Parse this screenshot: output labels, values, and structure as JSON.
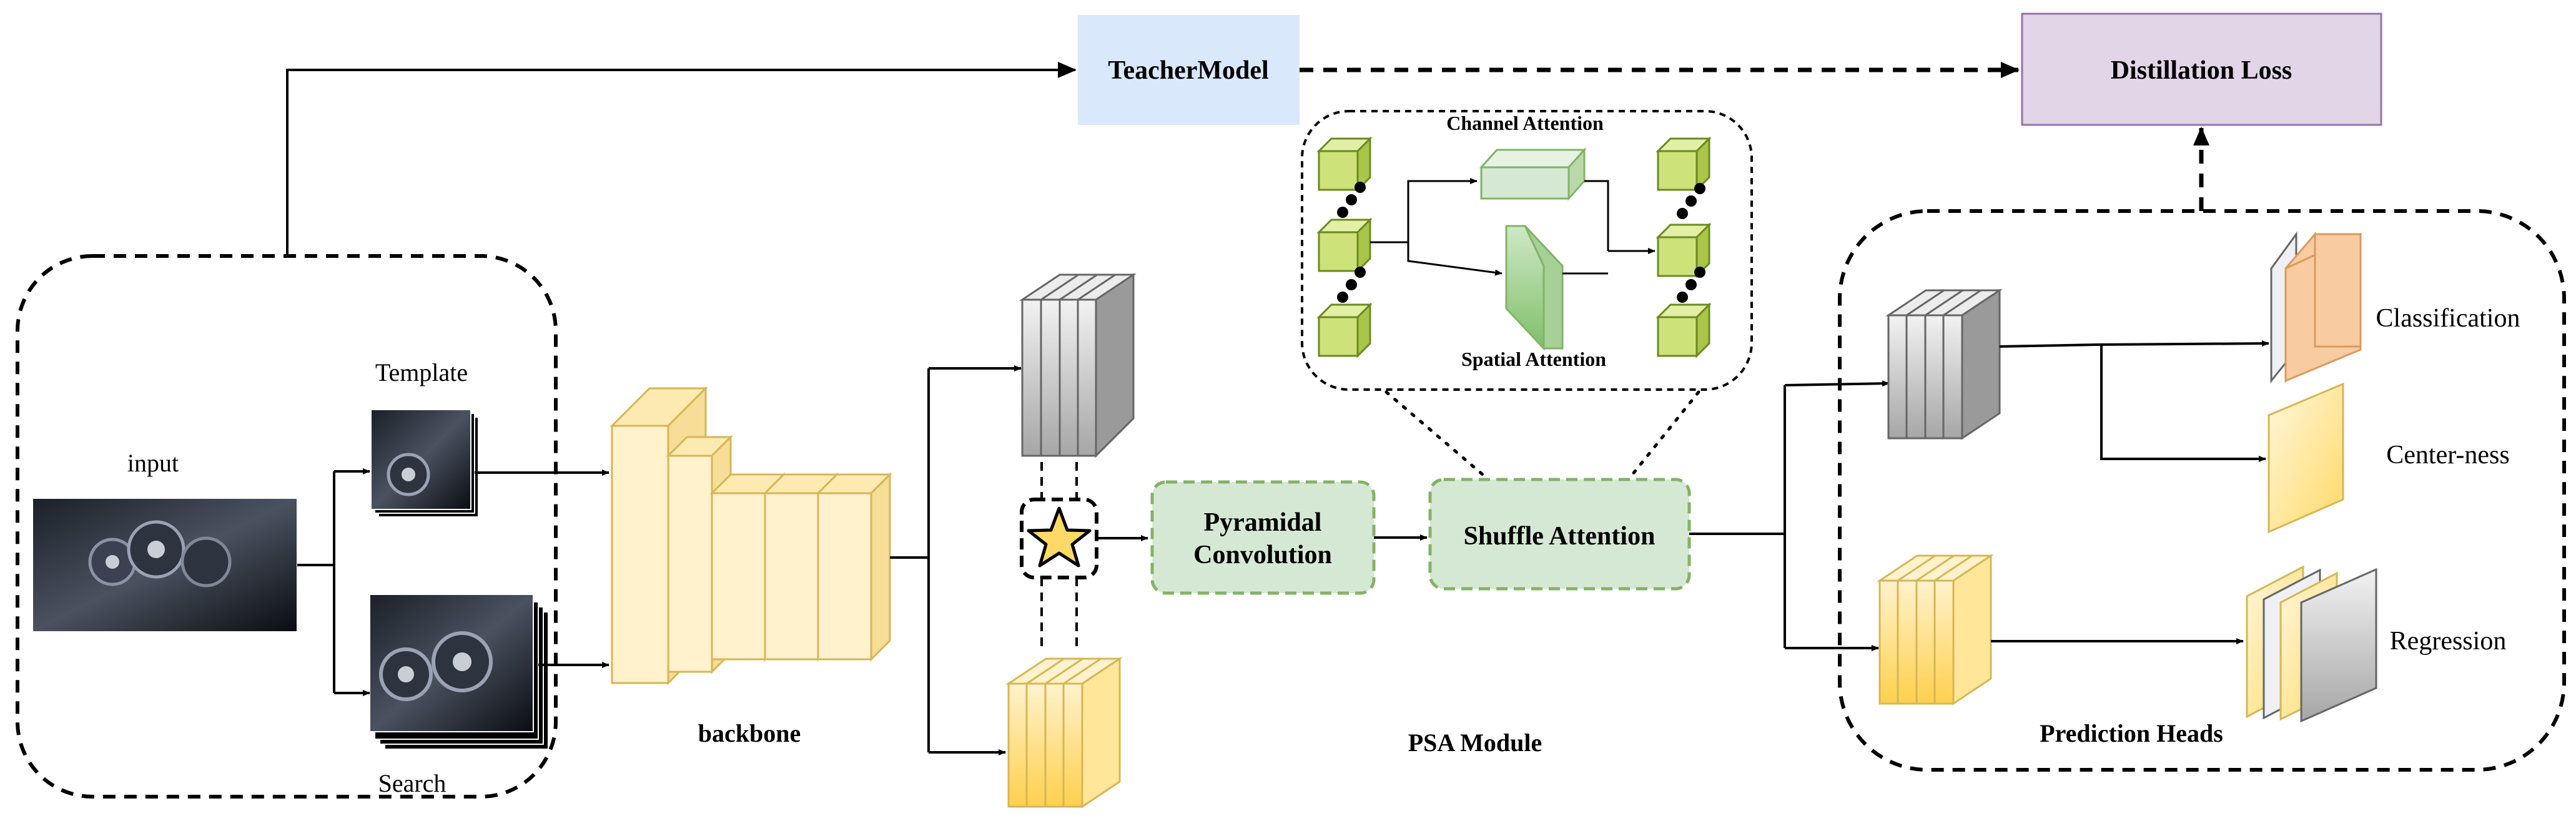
{
  "labels": {
    "input": "input",
    "template": "Template",
    "search": "Search",
    "backbone": "backbone",
    "teacher_model": "TeacherModel",
    "distillation_loss": "Distillation Loss",
    "channel_attention": "Channel Attention",
    "spatial_attention": "Spatial Attention",
    "pyramidal_line1": "Pyramidal",
    "pyramidal_line2": "Convolution",
    "shuffle_attention": "Shuffle Attention",
    "psa_module": "PSA Module",
    "prediction_heads": "Prediction Heads",
    "classification": "Classification",
    "center_ness": "Center-ness",
    "regression": "Regression"
  },
  "colors": {
    "teacher_fill": "#dae8fc",
    "distill_fill": "#e1d5e7",
    "distill_stroke": "#9673a6",
    "module_fill": "#d5e8d4",
    "module_stroke": "#82b366",
    "backbone_fill": "#fff2cc",
    "backbone_stroke": "#d6b656",
    "gold_fill": "#ffd966",
    "gray_fill": "#d9d9d9",
    "cube_fill": "#cde37a",
    "orange_fill": "#f8cba0",
    "star_fill": "#ffd966"
  },
  "icons": [
    "star-icon",
    "feature-cube-icon",
    "image-stack-icon"
  ]
}
